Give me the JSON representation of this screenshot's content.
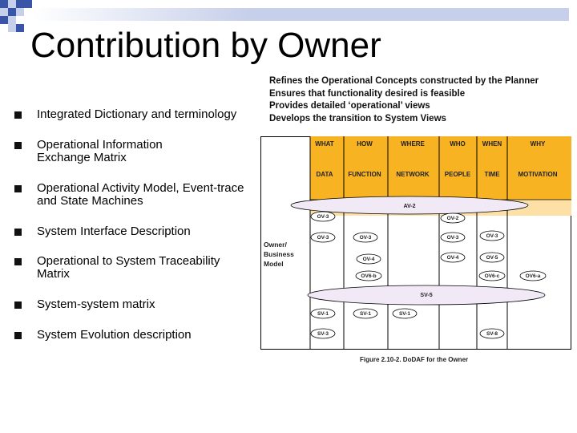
{
  "slide": {
    "title": "Contribution by Owner",
    "bullets": [
      "Integrated Dictionary and terminology",
      "Operational Information Exchange Matrix",
      "Operational Activity Model, Event-trace and State Machines",
      "System Interface Description",
      "Operational to System Traceability Matrix",
      "System-system matrix",
      "System Evolution description"
    ],
    "notes": [
      "Refines the Operational Concepts constructed by the Planner",
      "Ensures that functionality desired is feasible",
      "Provides detailed ‘operational’ views",
      "Develops the transition to System Views"
    ]
  },
  "figure": {
    "headers_top": [
      "WHAT",
      "HOW",
      "WHERE",
      "WHO",
      "WHEN",
      "WHY"
    ],
    "headers_bottom": [
      "DATA",
      "FUNCTION",
      "NETWORK",
      "PEOPLE",
      "TIME",
      "MOTIVATION"
    ],
    "row_label": [
      "Owner/",
      "Business",
      "Model"
    ],
    "av_label": "AV-2",
    "sv_label": "SV-5",
    "views": [
      "OV-3",
      "OV-2",
      "OV-3",
      "OV-3",
      "OV-3",
      "OV-3",
      "OV-4",
      "OV-4",
      "OV-5",
      "OV6-b",
      "OV6-c",
      "OV6-a",
      "SV-1",
      "SV-1",
      "SV-1",
      "SV-3",
      "SV-8"
    ],
    "caption": "Figure 2.10-2. DoDAF for the Owner",
    "colors": {
      "header": "#f7b321",
      "band": "#fde0a6",
      "ellipse": "#f1eaf6",
      "border": "#000000"
    }
  }
}
